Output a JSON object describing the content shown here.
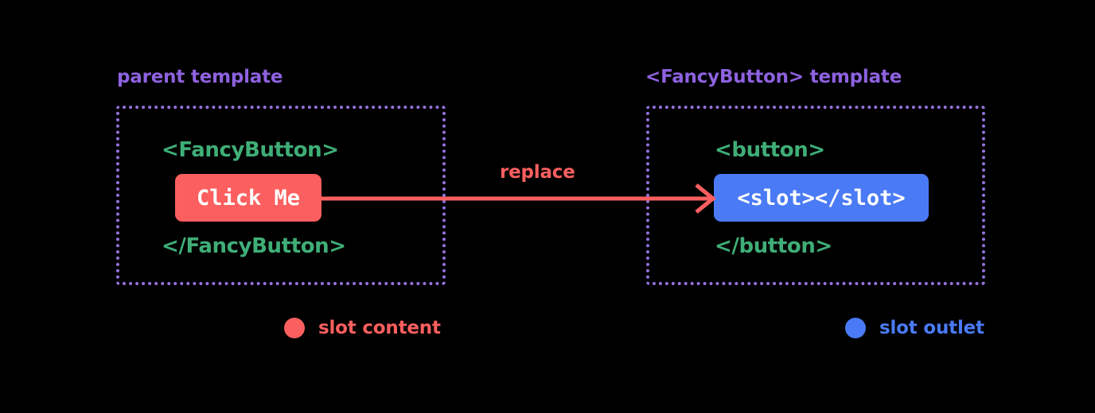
{
  "diagram": {
    "background_color": "#000000",
    "title_hidden": "",
    "panels": [
      {
        "id": "parent",
        "label": "parent template",
        "label_color": "#8e62e0",
        "border_color": "#9472dd",
        "lines": {
          "open_tag": "<FancyButton>",
          "close_tag": "</FancyButton>",
          "highlight": "Click Me",
          "highlight_color": "#fc5f5f"
        }
      },
      {
        "id": "fancybutton",
        "label": "<FancyButton> template",
        "label_color": "#8e62e0",
        "border_color": "#9472dd",
        "lines": {
          "open_tag": "<button>",
          "close_tag": "</button>",
          "highlight": "<slot></slot>",
          "highlight_color": "#4a7af5"
        }
      }
    ],
    "connector": {
      "label": "replace",
      "color": "#fc5f5f",
      "direction": "left-to-right"
    },
    "tag_color": "#3fae77",
    "legend": [
      {
        "id": "slot-content",
        "label": "slot content",
        "color": "#fc5f5f"
      },
      {
        "id": "slot-outlet",
        "label": "slot outlet",
        "color": "#4a7af5"
      }
    ]
  }
}
